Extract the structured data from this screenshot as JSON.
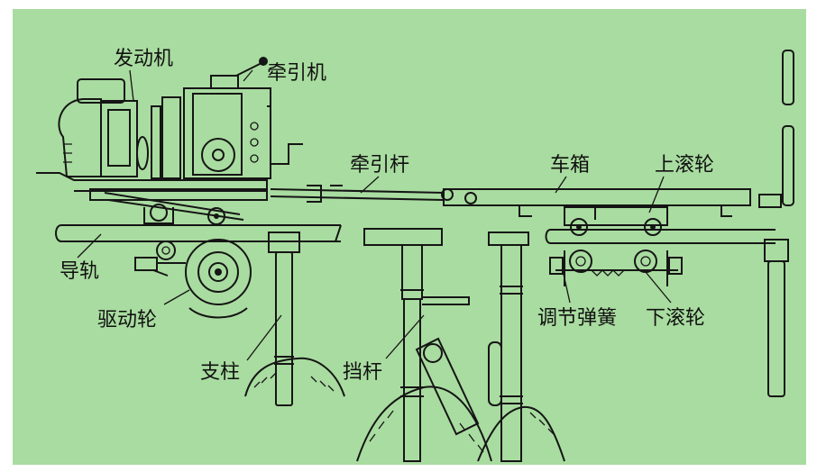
{
  "colors": {
    "background": "#a9dca0",
    "line": "#151515",
    "fill": "#a9dca0"
  },
  "labels": {
    "engine": "发动机",
    "tractor": "牵引机",
    "tow_bar": "牵引杆",
    "car_box": "车箱",
    "upper_roller": "上滚轮",
    "guide_rail": "导轨",
    "drive_wheel": "驱动轮",
    "pillar": "支柱",
    "stop_rod": "挡杆",
    "adjust_spring": "调节弹簧",
    "lower_roller": "下滚轮"
  }
}
